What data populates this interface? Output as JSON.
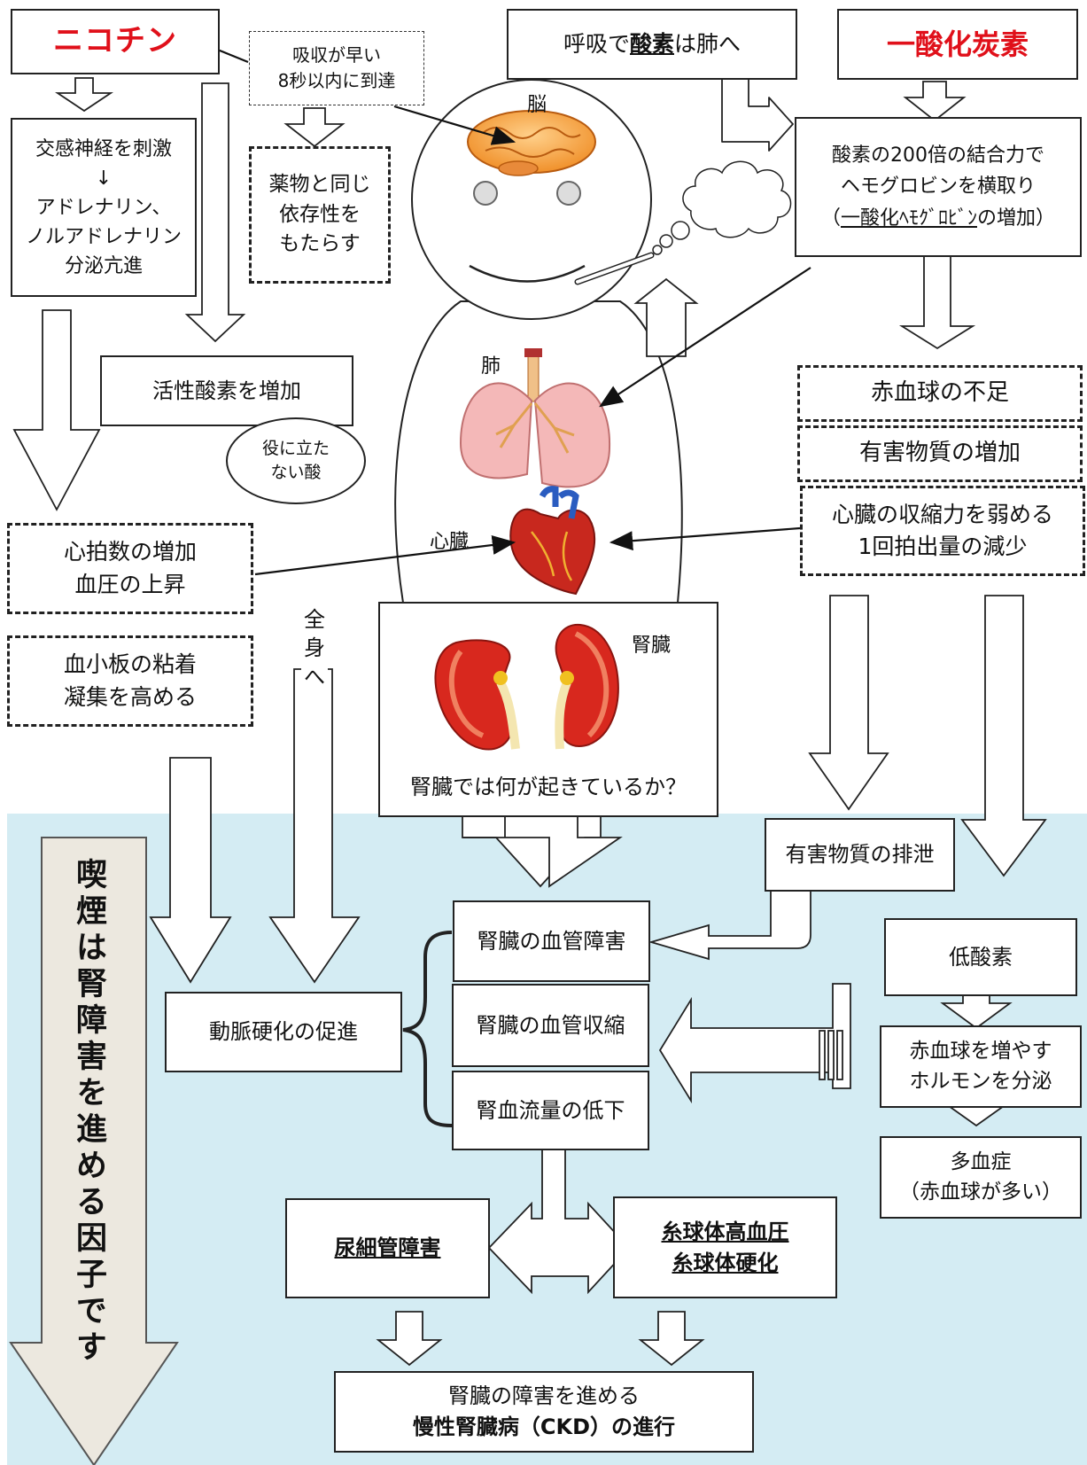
{
  "nicotine": {
    "title": "ニコチン"
  },
  "absorption": {
    "line1": "吸収が早い",
    "line2": "8秒以内に到達"
  },
  "sympathetic": {
    "line1": "交感神経を刺激",
    "arrow": "↓",
    "line2": "アドレナリン、",
    "line3": "ノルアドレナリン",
    "line4": "分泌亢進"
  },
  "drug": {
    "line1": "薬物と同じ",
    "line2": "依存性を",
    "line3": "もたらす"
  },
  "breath": {
    "pre": "呼吸で",
    "oxygen": "酸素",
    "post": "は肺へ"
  },
  "co": {
    "title": "一酸化炭素"
  },
  "bind": {
    "line1": "酸素の200倍の結合力で",
    "line2": "ヘモグロビンを横取り",
    "line3_pre": "（",
    "line3_u": "一酸化ﾍﾓｸﾞﾛﾋﾞﾝ",
    "line3_post": "の増加）"
  },
  "labels": {
    "brain": "脳",
    "lung": "肺",
    "heart": "心臓",
    "kidney": "腎臓"
  },
  "active_oxygen": {
    "text": "活性酸素を増加"
  },
  "useless_acid": {
    "line1": "役に立た",
    "line2": "ない酸"
  },
  "whole_body": {
    "c1": "全",
    "c2": "身",
    "c3": "へ"
  },
  "rbc_short": {
    "text": "赤血球の不足"
  },
  "harmful_up": {
    "text": "有害物質の増加"
  },
  "heart_weak": {
    "line1": "心臓の収縮力を弱める",
    "line2": "1回拍出量の減少"
  },
  "heart_rate": {
    "line1": "心拍数の増加",
    "line2": "血圧の上昇"
  },
  "platelet": {
    "line1": "血小板の粘着",
    "line2": "凝集を高める"
  },
  "kidney_q": {
    "text": "腎臓では何が起きているか？"
  },
  "excretion": {
    "text": "有害物質の排泄"
  },
  "hypoxia": {
    "text": "低酸素"
  },
  "epo": {
    "line1": "赤血球を増やす",
    "line2": "ホルモンを分泌"
  },
  "polycythemia": {
    "line1": "多血症",
    "line2": "（赤血球が多い）"
  },
  "vascular_damage": {
    "text": "腎臓の血管障害"
  },
  "vascular_constrict": {
    "text": "腎臓の血管収縮"
  },
  "blood_flow": {
    "text": "腎血流量の低下"
  },
  "arteriosclerosis": {
    "text": "動脈硬化の促進"
  },
  "tubular": {
    "text": "尿細管障害"
  },
  "glomerular": {
    "line1": "糸球体高血圧",
    "line2": "糸球体硬化"
  },
  "ckd": {
    "line1": "腎臓の障害を進める",
    "line2": "慢性腎臓病（CKD）の進行"
  },
  "smoking_factor": {
    "text": "喫煙は腎障害を進める因子です"
  },
  "colors": {
    "accent_red": "#e0101a",
    "panel_blue": "#d4ecf3",
    "big_arrow_fill": "#ece8df"
  }
}
